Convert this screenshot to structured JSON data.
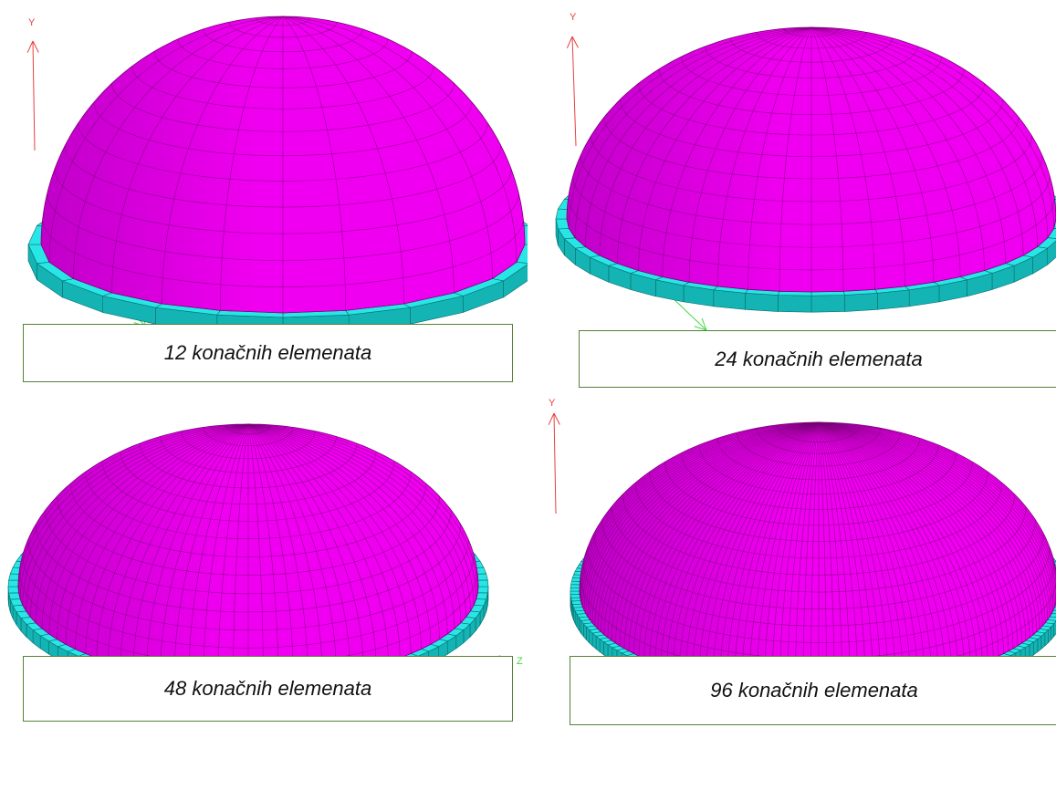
{
  "panels": [
    {
      "caption": "12 konačnih elemenata",
      "segments": 12,
      "axes": [
        "Y"
      ]
    },
    {
      "caption": "24 konačnih elemenata",
      "segments": 24,
      "axes": [
        "Y"
      ]
    },
    {
      "caption": "48 konačnih elemenata",
      "segments": 48,
      "axes": [
        "Z"
      ]
    },
    {
      "caption": "96 konačnih elemenata",
      "segments": 96,
      "axes": [
        "Y"
      ]
    }
  ],
  "colors": {
    "dome": "#f000f0",
    "dome_shade": "#c000c8",
    "mesh": "#7a0078",
    "ring": "#28e6e6",
    "ring_dark": "#14b4b4",
    "ring_lines": "#0a6e6e",
    "axis_y": "#e84040",
    "axis_z": "#40d840",
    "caption_border": "#548235"
  }
}
